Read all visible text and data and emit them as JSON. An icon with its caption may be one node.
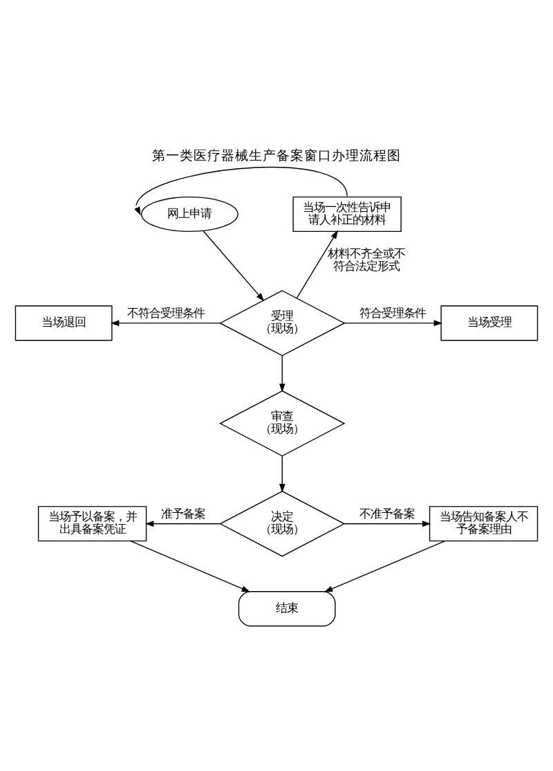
{
  "diagram": {
    "title": "第一类医疗器械生产备案窗口办理流程图",
    "nodes": [
      {
        "text": [
          "网上申请"
        ]
      },
      {
        "text": [
          "当场一次性告诉申请人补正的材料"
        ]
      },
      {
        "text": [
          "受理",
          "（现场）"
        ]
      },
      {
        "text": [
          "当场受理"
        ]
      },
      {
        "text": [
          "当场退回"
        ]
      },
      {
        "text": [
          "审查",
          "（现场）"
        ]
      },
      {
        "text": [
          "决定",
          "（现场）"
        ]
      },
      {
        "text": [
          "当场予以备案，并出具备案凭证"
        ]
      },
      {
        "text": [
          "当场告知备案人不予备案理由"
        ]
      },
      {
        "text": [
          "结束"
        ]
      }
    ],
    "edges": [
      {
        "from": 0,
        "to": 2,
        "arrow": "to"
      },
      {
        "from": 2,
        "to": 1,
        "arrow": "to",
        "label": "材料不齐全或不符合法定形式"
      },
      {
        "from": 1,
        "to": 0,
        "arrow": "to"
      },
      {
        "from": 2,
        "to": 3,
        "arrow": "to",
        "label": "符合受理条件"
      },
      {
        "from": 2,
        "to": 4,
        "arrow": "to",
        "label": "不符合受理条件"
      },
      {
        "from": 2,
        "to": 5,
        "arrow": "to"
      },
      {
        "from": 5,
        "to": 6,
        "arrow": "to"
      },
      {
        "from": 6,
        "to": 7,
        "arrow": "to",
        "label": "准予备案"
      },
      {
        "from": 6,
        "to": 8,
        "arrow": "to",
        "label": "不准予备案"
      },
      {
        "from": 7,
        "to": 9,
        "arrow": "to"
      },
      {
        "from": 8,
        "to": 9,
        "arrow": "to"
      }
    ]
  }
}
